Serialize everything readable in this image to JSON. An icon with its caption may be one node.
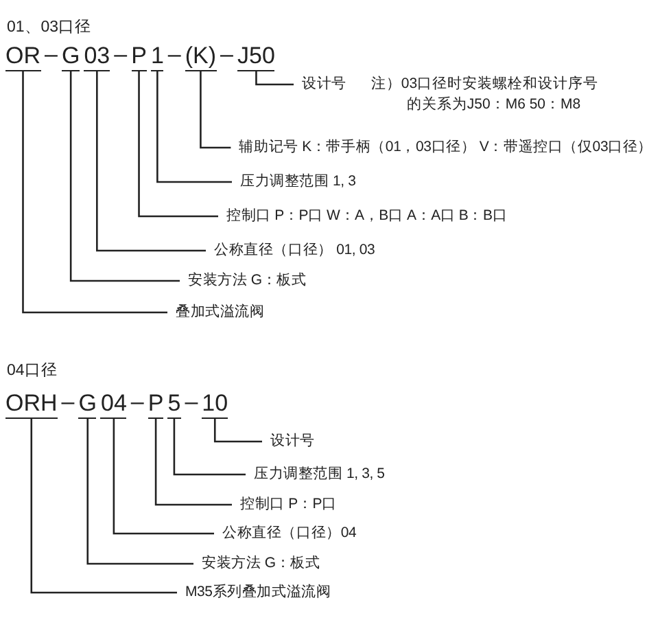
{
  "diagram": {
    "nodes": [
      {
        "text": [
          "OR"
        ]
      },
      {
        "text": [
          "G"
        ]
      },
      {
        "text": [
          "03"
        ]
      },
      {
        "text": [
          "P"
        ]
      },
      {
        "text": [
          "1"
        ]
      },
      {
        "text": [
          "(K)"
        ]
      },
      {
        "text": [
          "J50"
        ]
      },
      {
        "text": [
          "设计号"
        ],
        "beside": [
          "注）03口径时安装螺栓和设计序号的关系为J50：M6 50：M8"
        ]
      },
      {
        "text": [
          "辅助记号 K：带手柄（01，03口径） V：带遥控口（仅03口径）"
        ]
      },
      {
        "text": [
          "压力调整范围 1, 3"
        ]
      },
      {
        "text": [
          "控制口 P：P口 W：A，B口 A：A口 B：B口"
        ]
      },
      {
        "text": [
          "公称直径（口径） 01, 03"
        ]
      },
      {
        "text": [
          "安装方法 G：板式"
        ]
      },
      {
        "text": [
          "叠加式溢流阀"
        ]
      },
      {
        "text": [
          "ORH"
        ]
      },
      {
        "text": [
          "G"
        ]
      },
      {
        "text": [
          "04"
        ]
      },
      {
        "text": [
          "P"
        ]
      },
      {
        "text": [
          "5"
        ]
      },
      {
        "text": [
          "10"
        ]
      },
      {
        "text": [
          "设计号"
        ]
      },
      {
        "text": [
          "压力调整范围 1, 3, 5"
        ]
      },
      {
        "text": [
          "控制口 P：P口"
        ]
      },
      {
        "text": [
          "公称直径（口径）04"
        ]
      },
      {
        "text": [
          "安装方法 G：板式"
        ]
      },
      {
        "text": [
          "M35系列叠加式溢流阀"
        ]
      }
    ],
    "edges": [
      {
        "from": 0,
        "to": 13,
        "arrow": "none"
      },
      {
        "from": 1,
        "to": 12,
        "arrow": "none"
      },
      {
        "from": 2,
        "to": 11,
        "arrow": "none"
      },
      {
        "from": 3,
        "to": 10,
        "arrow": "none"
      },
      {
        "from": 4,
        "to": 9,
        "arrow": "none"
      },
      {
        "from": 5,
        "to": 8,
        "arrow": "none"
      },
      {
        "from": 6,
        "to": 7,
        "arrow": "none"
      },
      {
        "from": 14,
        "to": 25,
        "arrow": "none"
      },
      {
        "from": 15,
        "to": 24,
        "arrow": "none"
      },
      {
        "from": 16,
        "to": 23,
        "arrow": "none"
      },
      {
        "from": 17,
        "to": 22,
        "arrow": "none"
      },
      {
        "from": 18,
        "to": 21,
        "arrow": "none"
      },
      {
        "from": 19,
        "to": 20,
        "arrow": "none"
      }
    ],
    "labels": [
      "01、03口径",
      "–",
      "–",
      "–",
      "–",
      "04口径",
      "–",
      "–",
      "–"
    ]
  }
}
